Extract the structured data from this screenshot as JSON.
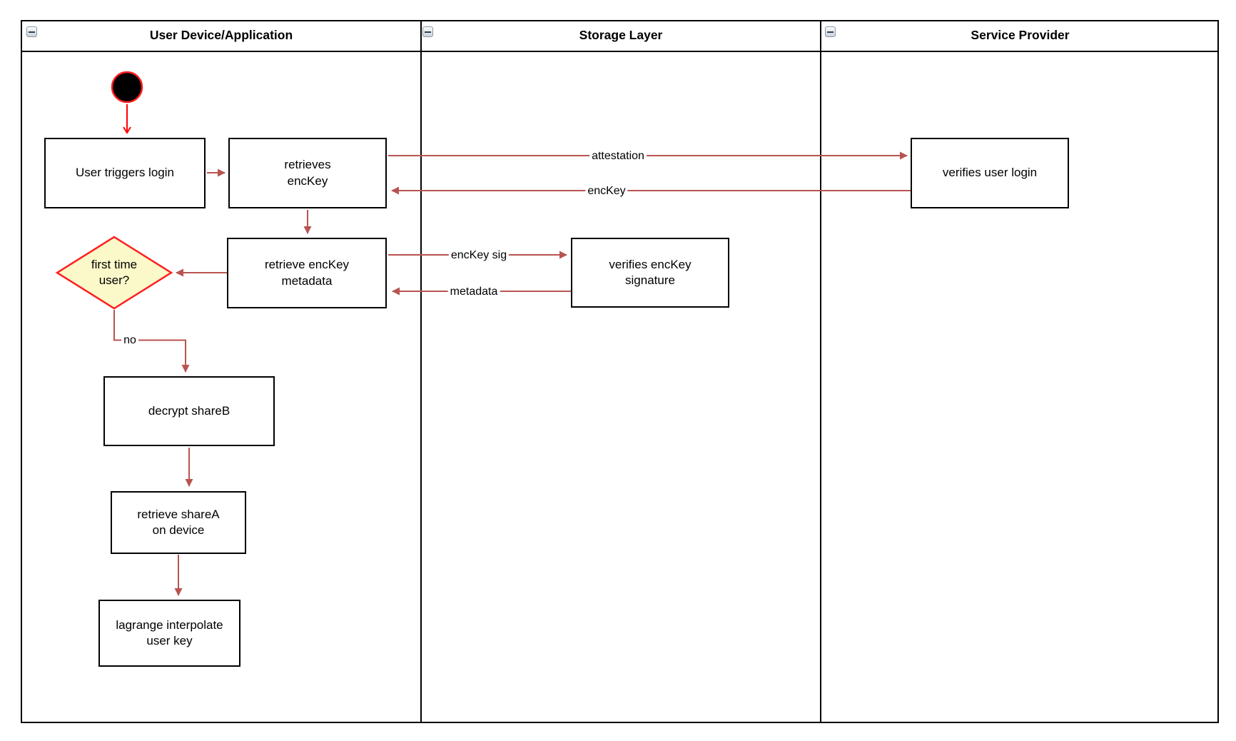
{
  "header": {
    "lanes": [
      {
        "title": "User Device/Application"
      },
      {
        "title": "Storage Layer"
      },
      {
        "title": "Service Provider"
      }
    ]
  },
  "nodes": {
    "user_triggers_login": "User triggers login",
    "retrieves_enckey": "retrieves\nencKey",
    "retrieve_enckey_metadata": "retrieve encKey\nmetadata",
    "first_time_user": "first time\nuser?",
    "decrypt_shareb": "decrypt shareB",
    "retrieve_sharea": "retrieve shareA\non device",
    "lagrange_interpolate": "lagrange interpolate\nuser key",
    "verifies_enckey_signature": "verifies encKey\nsignature",
    "verifies_user_login": "verifies user login"
  },
  "edge_labels": {
    "attestation": "attestation",
    "enckey": "encKey",
    "enckey_sig": "encKey sig",
    "metadata": "metadata",
    "no": "no"
  },
  "colors": {
    "arrow": "#B85450",
    "start_arrow": "#FF0000",
    "node_fill": "#FFFFFF",
    "node_border": "#000000",
    "decision_fill": "#FBF8C9",
    "decision_stroke": "#FF1F1F",
    "start_node_fill": "#000000",
    "start_node_stroke": "#FF1F1F"
  }
}
